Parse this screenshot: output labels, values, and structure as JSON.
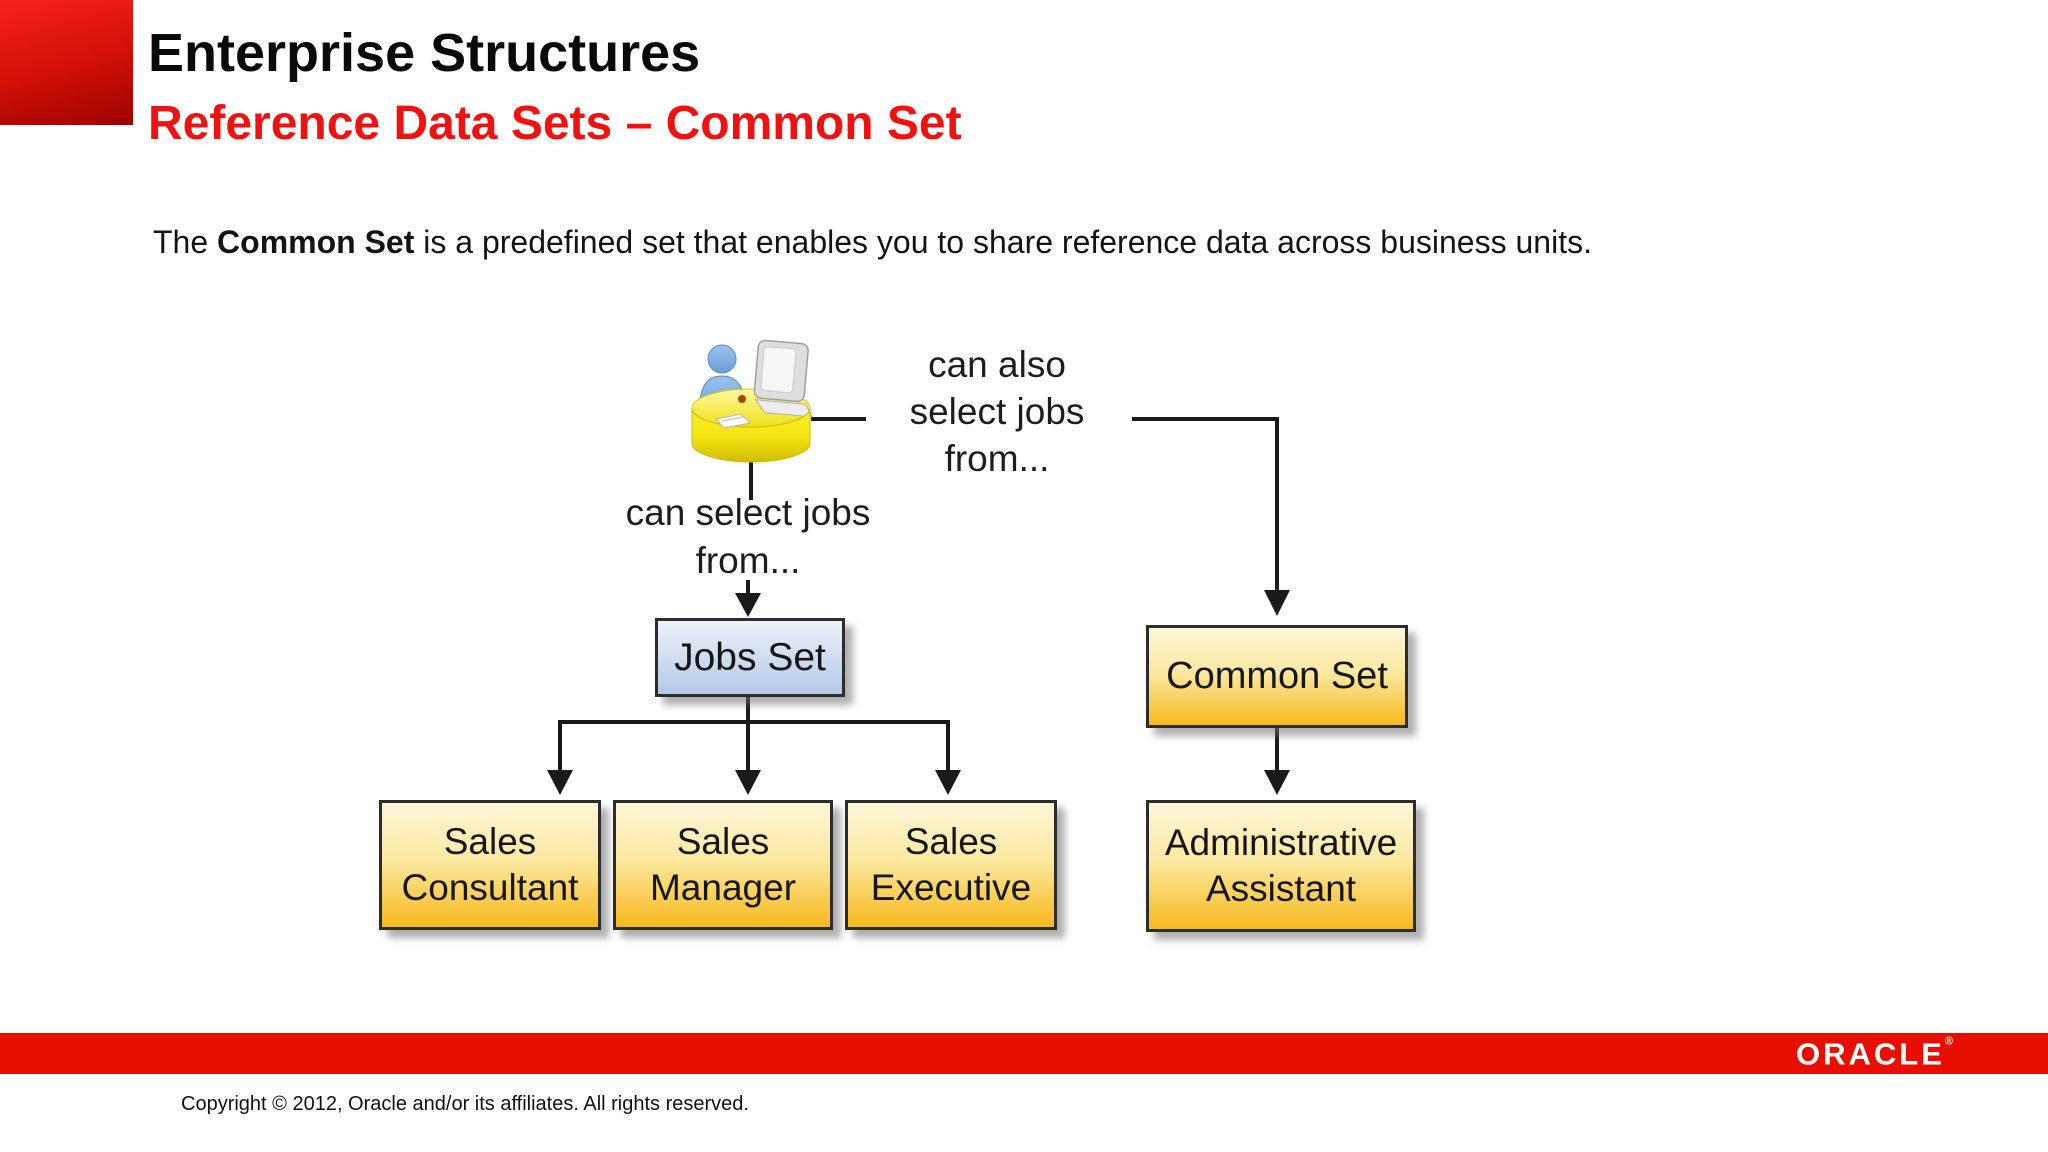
{
  "header": {
    "title": "Enterprise Structures",
    "subtitle": "Reference Data Sets – Common Set"
  },
  "intro": {
    "prefix": "The ",
    "bold": "Common Set",
    "suffix": " is a predefined set that enables you to share reference data across business units."
  },
  "diagram": {
    "icon": "person-at-desk-icon",
    "labels": {
      "can_select": [
        "can select jobs",
        "from..."
      ],
      "can_also_select": [
        "can also",
        "select jobs",
        "from..."
      ]
    },
    "nodes": {
      "jobs_set": "Jobs Set",
      "common_set": "Common Set",
      "sales_consultant": [
        "Sales",
        "Consultant"
      ],
      "sales_manager": [
        "Sales",
        "Manager"
      ],
      "sales_executive": [
        "Sales",
        "Executive"
      ],
      "admin_assistant": [
        "Administrative",
        "Assistant"
      ]
    }
  },
  "footer": {
    "logo": "ORACLE",
    "registered_mark": "®",
    "copyright": "Copyright © 2012, Oracle and/or its affiliates. All rights reserved."
  },
  "colors": {
    "accent_red": "#f01111",
    "bar_red": "#e90f00",
    "box_yellow_top": "#fdf6d8",
    "box_yellow_bottom": "#f7b91c",
    "box_blue_top": "#edf2fb",
    "box_blue_bottom": "#b3c8e8",
    "box_border": "#2c2c2c",
    "connector_black": "#1a1a1a"
  }
}
